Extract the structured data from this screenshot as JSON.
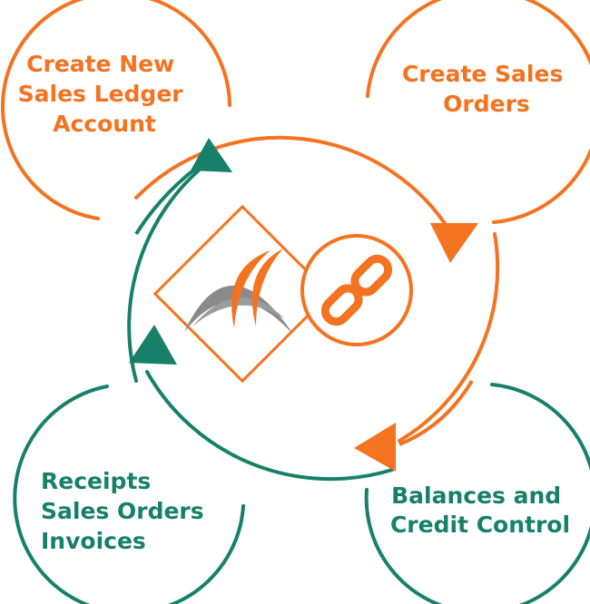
{
  "colors": {
    "orange": "#f47320",
    "green": "#17806a",
    "gray": "#8a8a8a",
    "background": "#ffffff"
  },
  "steps": [
    {
      "id": "create-new-sales-ledger-account",
      "lines": [
        "Create New",
        "Sales Ledger",
        "Account"
      ],
      "color": "orange"
    },
    {
      "id": "create-sales-orders",
      "lines": [
        "Create Sales",
        "Orders"
      ],
      "color": "orange"
    },
    {
      "id": "balances-and-credit-control",
      "lines": [
        "Balances and",
        "Credit Control"
      ],
      "color": "green"
    },
    {
      "id": "receipts-sales-orders-invoices",
      "lines": [
        "Receipts",
        "Sales Orders",
        "Invoices"
      ],
      "color": "green"
    }
  ],
  "center": {
    "logo_icon": "arc-globe-logo",
    "link_icon": "chain-link-icon"
  },
  "flow_arrows": [
    {
      "name": "arrow-to-create-sales-orders",
      "color": "orange"
    },
    {
      "name": "arrow-to-balances",
      "color": "orange"
    },
    {
      "name": "arrow-to-receipts",
      "color": "green"
    },
    {
      "name": "arrow-to-create-new-account",
      "color": "green"
    }
  ]
}
